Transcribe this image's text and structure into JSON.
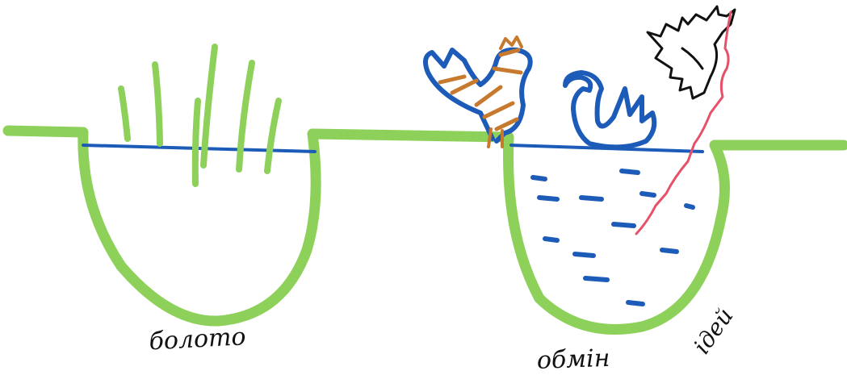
{
  "labels": {
    "swamp": "болото",
    "exchange": "обмін",
    "ideas": "ідей"
  },
  "colors": {
    "ground": "#8ed15a",
    "water": "#1d5bb8",
    "orange": "#c77a2e",
    "red": "#e8506a",
    "ink": "#111111"
  },
  "icons": [
    "grass-blades-icon",
    "rooster-icon",
    "swan-icon",
    "flying-bird-icon",
    "lightning-crack-icon",
    "water-ripples-icon"
  ]
}
